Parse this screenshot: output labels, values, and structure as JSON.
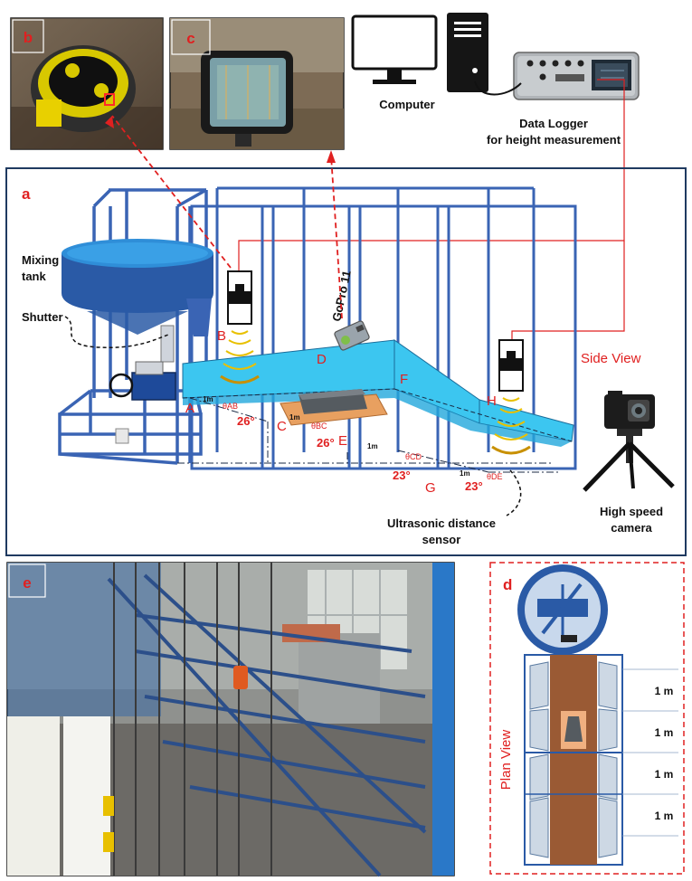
{
  "panels": {
    "a": "a",
    "b": "b",
    "c": "c",
    "d": "d",
    "e": "e"
  },
  "top": {
    "computer": "Computer",
    "data_logger_line1": "Data Logger",
    "data_logger_line2": "for height measurement"
  },
  "side_view": {
    "title": "Side View",
    "mixing_tank_line1": "Mixing",
    "mixing_tank_line2": "tank",
    "shutter": "Shutter",
    "gopro": "GoPro 11",
    "high_speed_line1": "High speed",
    "high_speed_line2": "camera",
    "ultrasonic_line1": "Ultrasonic distance",
    "ultrasonic_line2": "sensor",
    "points": {
      "A": "A",
      "B": "B",
      "C": "C",
      "D": "D",
      "E": "E",
      "F": "F",
      "G": "G",
      "H": "H"
    },
    "angles": {
      "ab": "26°",
      "bc": "26°",
      "cd": "23°",
      "de": "23°"
    },
    "angle_symbols": {
      "ab": "θAB",
      "bc": "θBC",
      "cd": "θCD",
      "de": "θDE"
    },
    "lengths": {
      "l1": "1m",
      "l2": "1m",
      "l3": "1m",
      "l4": "1m"
    }
  },
  "plan_view": {
    "title": "Plan View",
    "dims": [
      "1 m",
      "1 m",
      "1 m",
      "1 m"
    ]
  },
  "colors": {
    "frame_blue": "#3a64b4",
    "channel_cyan": "#3cc6f0",
    "tank_blue": "#2a5aa6",
    "accent_red": "#e02020",
    "plan_brown": "#9a5a34",
    "sensor_yellow": "#e8c000"
  }
}
